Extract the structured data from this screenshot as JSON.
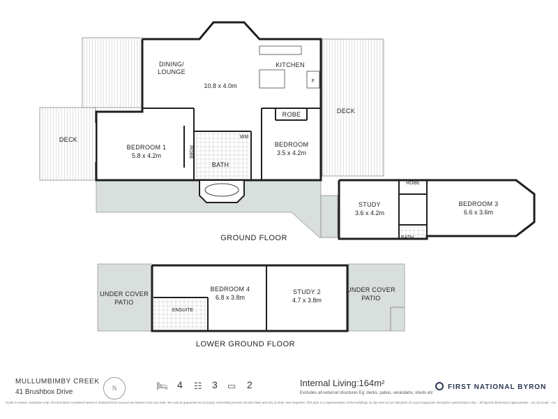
{
  "rooms": {
    "dining": {
      "label1": "DINING/",
      "label2": "LOUNGE"
    },
    "main_dim": "10.8 x 4.0m",
    "kitchen": "KITCHEN",
    "fridge": "F",
    "robe_top": "ROBE",
    "deck_right": "DECK",
    "deck_left": "DECK",
    "bedroom1": {
      "name": "BEDROOM 1",
      "dim": "5.8 x 4.2m"
    },
    "robe_side": "ROBE",
    "wm": "WM",
    "bath": "BATH",
    "bedroom": {
      "name": "BEDROOM",
      "dim": "3.5 x 4.2m"
    },
    "study": {
      "name": "STUDY",
      "dim": "3.6 x 4.2m"
    },
    "robe_small": "ROBE",
    "bath_small": "BATH",
    "bedroom3": {
      "name": "BEDROOM 3",
      "dim": "6.6 x 3.6m"
    },
    "bedroom4": {
      "name": "BEDROOM 4",
      "dim": "6.8 x 3.8m"
    },
    "ensuite": "ENSUITE",
    "study2": {
      "name": "STUDY 2",
      "dim": "4.7 x 3.8m"
    },
    "patio_left": {
      "l1": "UNDER COVER",
      "l2": "PATIO"
    },
    "patio_right": {
      "l1": "UNDER COVER",
      "l2": "PATIO"
    }
  },
  "floors": {
    "ground": "GROUND FLOOR",
    "lower": "LOWER GROUND FLOOR"
  },
  "footer": {
    "suburb": "MULLUMBIMBY CREEK",
    "address": "41 Brushbox Drive",
    "bedrooms": "4",
    "bathrooms": "3",
    "cars": "2",
    "internal_living": "Internal Living:164m²",
    "excludes": "Excludes all external structures Eg: decks, patios, verandahs, sheds etc",
    "brand": "FIRST NATIONAL BYRON",
    "disclaimer": "Scale in metres. Indicative only. All information contained herein is obtained from sources we believe to be accurate. We cannot guarantee its accuracy. Interested persons should make and rely on their own enquiries. This plan is a representation of the buildings on site and not an indication of council approval. Reception authorisation only – all figured dimensions approximate – do not scale – no liability accepted"
  },
  "colors": {
    "wall": "#1f1f1f",
    "covered": "#d9dfdc",
    "brand": "#2a3550"
  }
}
